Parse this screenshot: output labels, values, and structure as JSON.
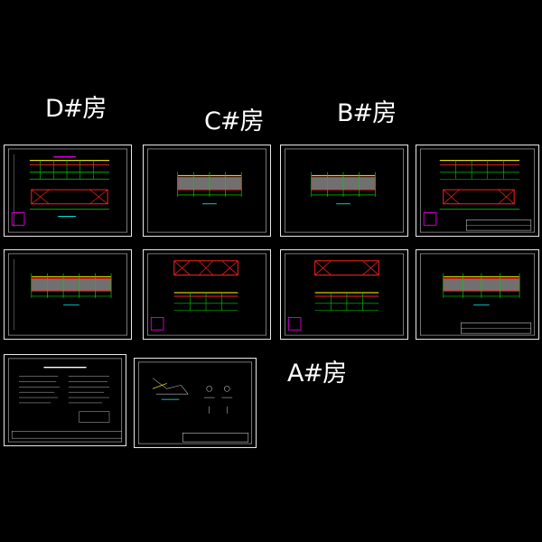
{
  "house_labels": {
    "d": "D#房",
    "c": "C#房",
    "b": "B#房",
    "a": "A#房"
  },
  "colors": {
    "background": "#000000",
    "frame": "#e8e8e8",
    "green": "#00d000",
    "red": "#ff2020",
    "magenta": "#ff00ff",
    "yellow": "#ffff00",
    "cyan": "#00ffff",
    "white": "#ffffff",
    "gray": "#909090"
  },
  "sheets": [
    {
      "id": "d-elevation-1",
      "kind": "elevation-pair"
    },
    {
      "id": "c-plan-1",
      "kind": "plan-single"
    },
    {
      "id": "b-plan-1",
      "kind": "plan-single"
    },
    {
      "id": "b-elevation-1",
      "kind": "elevation-pair-titled"
    },
    {
      "id": "d-plan-2",
      "kind": "plan-long"
    },
    {
      "id": "c-elevation-2",
      "kind": "elevation-pair-x"
    },
    {
      "id": "b-elevation-2",
      "kind": "elevation-pair-x"
    },
    {
      "id": "b-plan-2",
      "kind": "plan-long-titled"
    },
    {
      "id": "notes",
      "kind": "text-notes"
    },
    {
      "id": "details",
      "kind": "details"
    }
  ]
}
